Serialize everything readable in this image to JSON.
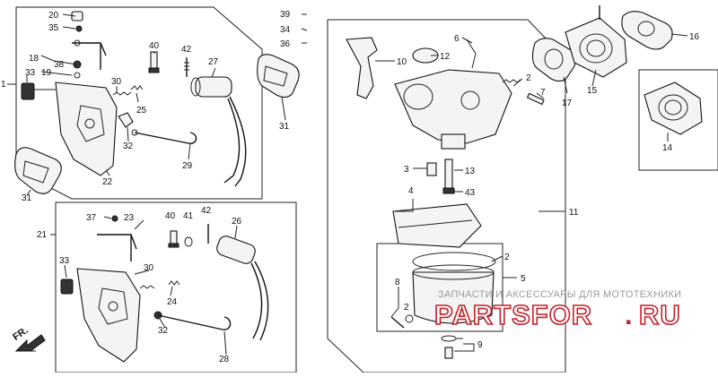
{
  "callouts": {
    "c1": "1",
    "c2a": "2",
    "c2b": "2",
    "c2c": "2",
    "c3": "3",
    "c4": "4",
    "c5": "5",
    "c6": "6",
    "c7": "7",
    "c8": "8",
    "c9": "9",
    "c10": "10",
    "c11": "11",
    "c12": "12",
    "c13": "13",
    "c14": "14",
    "c15": "15",
    "c16": "16",
    "c17": "17",
    "c18": "18",
    "c19": "19",
    "c20": "20",
    "c21": "21",
    "c22": "22",
    "c23": "23",
    "c24": "24",
    "c25": "25",
    "c26": "26",
    "c27": "27",
    "c28": "28",
    "c29": "29",
    "c30a": "30",
    "c30b": "30",
    "c31a": "31",
    "c31b": "31",
    "c32a": "32",
    "c32b": "32",
    "c33a": "33",
    "c33b": "33",
    "c34": "34",
    "c35": "35",
    "c36": "36",
    "c37": "37",
    "c38": "38",
    "c39": "39",
    "c40a": "40",
    "c40b": "40",
    "c41": "41",
    "c42a": "42",
    "c42b": "42",
    "c43": "43"
  },
  "direction_label": "FR.",
  "watermark": {
    "caption": "ЗАПЧАСТИ И АКСЕССУАРЫ ДЛЯ МОТОТЕХНИКИ",
    "brand_main": "PARTSFOR",
    "brand_dot": ".",
    "brand_tld": "RU",
    "color": "#c2212a"
  }
}
